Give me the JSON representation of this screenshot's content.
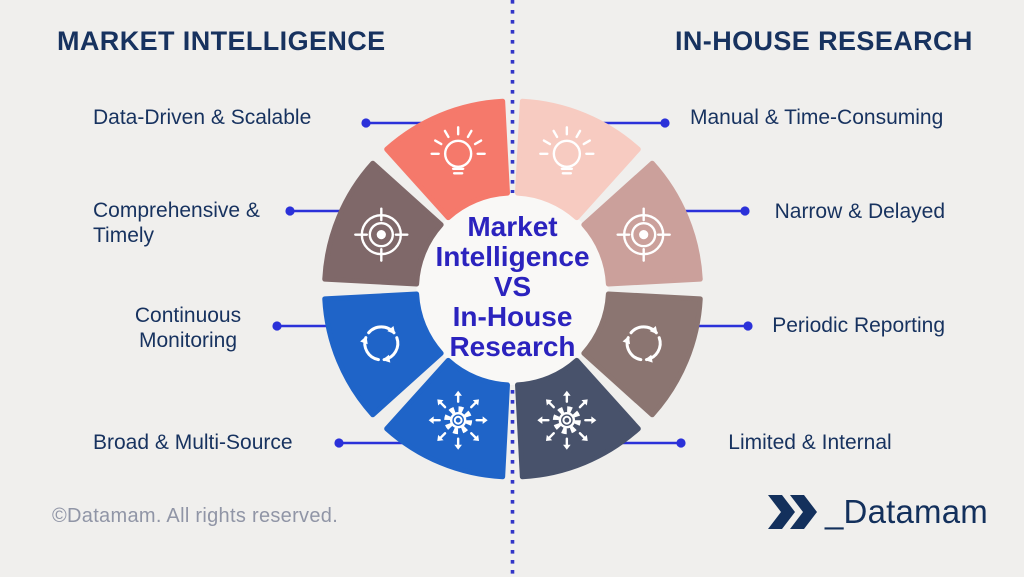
{
  "titles": {
    "left": "MARKET INTELLIGENCE",
    "right": "IN-HOUSE RESEARCH"
  },
  "left_column": {
    "title": "MARKET INTELLIGENCE",
    "items": [
      {
        "label": "Data-Driven & Scalable",
        "icon": "lightbulb-icon",
        "color": "#F5796B"
      },
      {
        "label": "Comprehensive &\nTimely",
        "icon": "target-icon",
        "color": "#7F6869"
      },
      {
        "label": "Continuous\nMonitoring",
        "icon": "refresh-icon",
        "color": "#1F64C8"
      },
      {
        "label": "Broad & Multi-Source",
        "icon": "gear-arrows-icon",
        "color": "#1F64C8"
      }
    ]
  },
  "right_column": {
    "title": "IN-HOUSE RESEARCH",
    "items": [
      {
        "label": "Manual & Time-Consuming",
        "icon": "lightbulb-icon",
        "color": "#F7CBC1"
      },
      {
        "label": "Narrow & Delayed",
        "icon": "target-icon",
        "color": "#CBA09B"
      },
      {
        "label": "Periodic Reporting",
        "icon": "refresh-icon",
        "color": "#8B7571"
      },
      {
        "label": "Limited & Internal",
        "icon": "gear-arrows-icon",
        "color": "#48526B"
      }
    ]
  },
  "center_text": {
    "lines": [
      "Market",
      "Intelligence",
      "VS",
      "In-House",
      "Research"
    ]
  },
  "footer": {
    "copyright": "©Datamam. All rights reserved.",
    "logo_text": "_Datamam"
  },
  "colors": {
    "background": "#F0EFED",
    "hole": "#F9F8F6",
    "navy": "#17325F",
    "connector": "#2B31D9",
    "divider": "#3336C8",
    "center_blue": "#2B23BE",
    "footer_gray": "#9095A6",
    "logo_navy": "#13305C",
    "icon_white": "#FFFFFF"
  }
}
